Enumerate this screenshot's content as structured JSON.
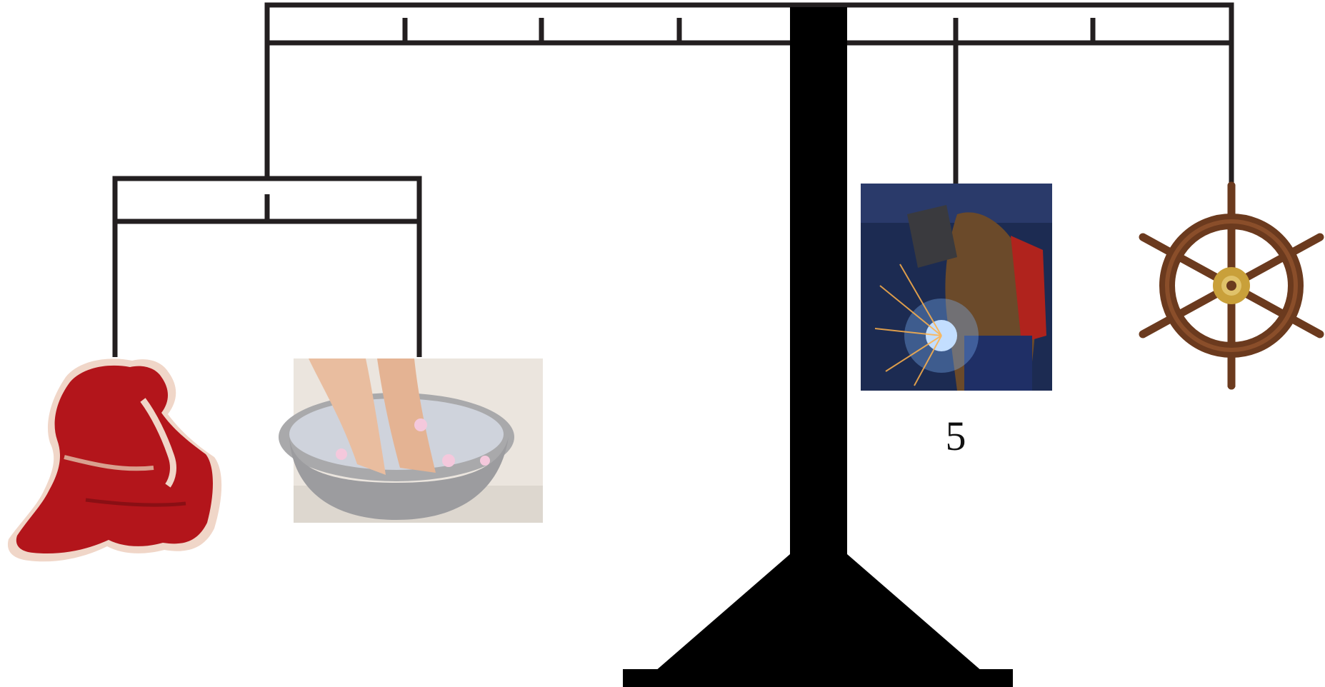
{
  "diagram": {
    "beam_ticks": 6,
    "weight_label": "5"
  },
  "items": [
    {
      "name": "steak",
      "icon": "steak-image"
    },
    {
      "name": "foot-bath",
      "icon": "foot-bath-image"
    },
    {
      "name": "welder",
      "icon": "welder-image"
    },
    {
      "name": "ship-wheel",
      "icon": "ship-wheel-image"
    }
  ],
  "colors": {
    "frame": "#231f20",
    "stand": "#000000",
    "meat": "#b3151b",
    "meat_fat": "#f0d6c8",
    "water": "#cfd3dc",
    "bowl": "#a9a9ab",
    "welder_bg": "#1c2b52",
    "spark": "#7fb6ff",
    "wood": "#6b3a1e",
    "brass": "#c9a03a"
  }
}
